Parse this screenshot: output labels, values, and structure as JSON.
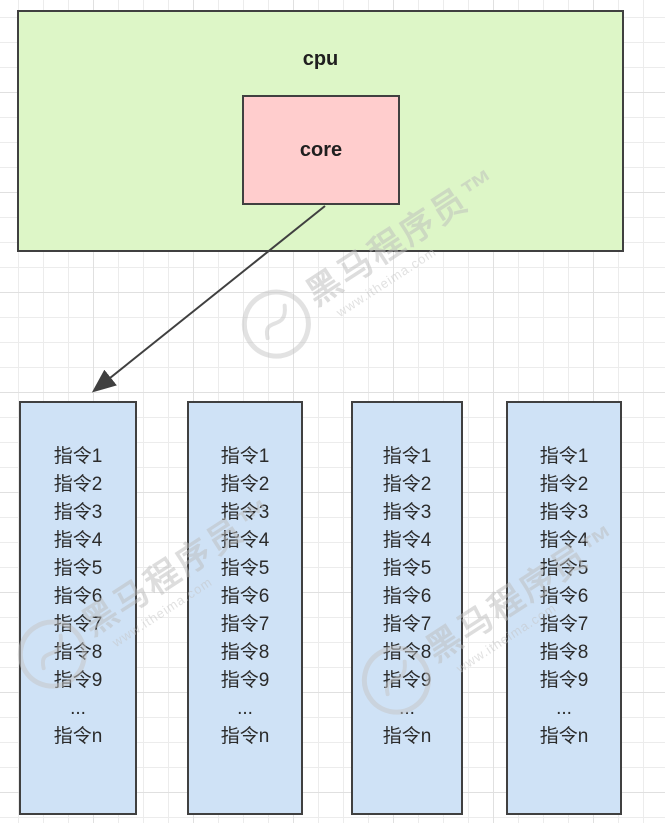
{
  "diagram": {
    "cpu_box": {
      "label": "cpu"
    },
    "core_box": {
      "label": "core"
    },
    "instruction_columns": {
      "count": 4,
      "items": [
        "指令1",
        "指令2",
        "指令3",
        "指令4",
        "指令5",
        "指令6",
        "指令7",
        "指令8",
        "指令9",
        "...",
        "指令n"
      ]
    },
    "arrow": {
      "from": "core",
      "to": "instruction-column-1"
    }
  },
  "watermark": {
    "brand": "黑马程序员",
    "tm": "™",
    "url": "www.itheima.com"
  },
  "colors": {
    "cpu_fill": "#ddf6c7",
    "core_fill": "#ffcdcd",
    "column_fill": "#cfe2f6",
    "shape_border": "#404040",
    "arrow": "#404040",
    "grid_minor": "#ececec",
    "grid_major": "#e0e0e0"
  }
}
